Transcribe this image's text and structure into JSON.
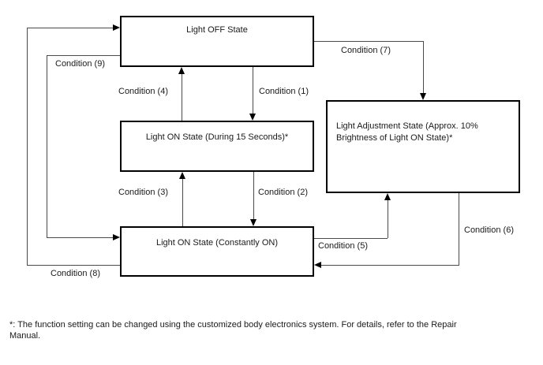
{
  "states": {
    "off": "Light OFF State",
    "on_15s": "Light ON State (During 15 Seconds)*",
    "adjustment": "Light Adjustment State (Approx. 10% Brightness of Light ON State)*",
    "constant_on": "Light ON State (Constantly ON)"
  },
  "conditions": {
    "c1": "Condition (1)",
    "c2": "Condition (2)",
    "c3": "Condition (3)",
    "c4": "Condition (4)",
    "c5": "Condition (5)",
    "c6": "Condition (6)",
    "c7": "Condition (7)",
    "c8": "Condition (8)",
    "c9": "Condition (9)"
  },
  "transitions": [
    {
      "condition": "Condition (1)",
      "from": "Light OFF State",
      "to": "Light ON State (During 15 Seconds)*"
    },
    {
      "condition": "Condition (2)",
      "from": "Light ON State (During 15 Seconds)*",
      "to": "Light ON State (Constantly ON)"
    },
    {
      "condition": "Condition (3)",
      "from": "Light ON State (Constantly ON)",
      "to": "Light ON State (During 15 Seconds)*"
    },
    {
      "condition": "Condition (4)",
      "from": "Light ON State (During 15 Seconds)*",
      "to": "Light OFF State"
    },
    {
      "condition": "Condition (5)",
      "from": "Light ON State (Constantly ON)",
      "to": "Light Adjustment State (Approx. 10% Brightness of Light ON State)*"
    },
    {
      "condition": "Condition (6)",
      "from": "Light Adjustment State (Approx. 10% Brightness of Light ON State)*",
      "to": "Light ON State (Constantly ON)"
    },
    {
      "condition": "Condition (7)",
      "from": "Light OFF State",
      "to": "Light Adjustment State (Approx. 10% Brightness of Light ON State)*"
    },
    {
      "condition": "Condition (8)",
      "from": "Light ON State (Constantly ON)",
      "to": "Light OFF State"
    },
    {
      "condition": "Condition (9)",
      "from": "Light OFF State",
      "to": "Light ON State (Constantly ON)"
    }
  ],
  "footnote": {
    "lines": [
      "*: The function setting can be changed using the customized body electronics system. For details, refer to the Repair",
      "Manual."
    ]
  },
  "colors": {
    "background": "#ffffff",
    "box_border": "#000000",
    "line": "#4a4a4a",
    "text": "#1a1a1a"
  }
}
